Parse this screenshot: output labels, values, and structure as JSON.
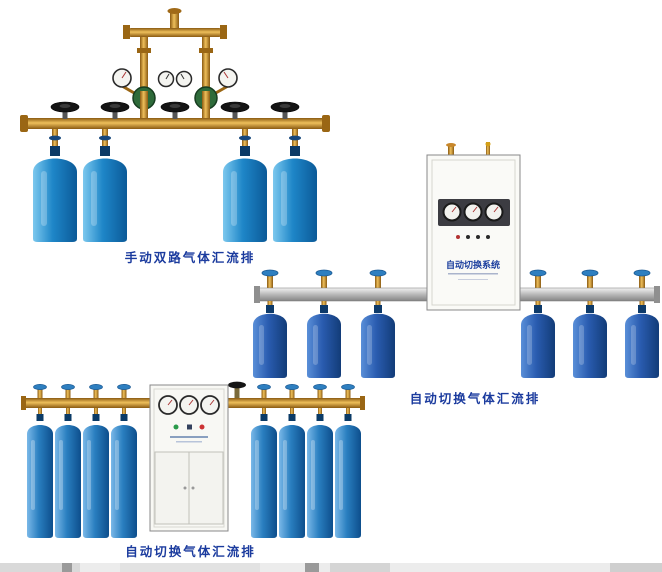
{
  "page": {
    "background": "#ffffff"
  },
  "products": [
    {
      "id": "manual-dual-manifold",
      "caption": "手动双路气体汇流排",
      "cylinder_count": 4,
      "pipe_material_color": "#c8872b",
      "cylinder_color": "#1e86c8"
    },
    {
      "id": "auto-switch-manifold-cabinet",
      "caption": "自动切换气体汇流排",
      "cylinder_count": 6,
      "panel_label": "自动切换系统",
      "pipe_material_color": "#b8b8b8",
      "cylinder_color": "#2a5cb0"
    },
    {
      "id": "auto-switch-manifold-floor-cabinet",
      "caption": "自动切换气体汇流排",
      "cylinder_count": 8,
      "pipe_material_color": "#c8872b",
      "cylinder_color": "#2a7fc0"
    }
  ],
  "colors": {
    "caption_text": "#1b3b9e",
    "brass": "#c8872b",
    "steel_pipe": "#b8b8b8",
    "cabinet": "#fafaf7",
    "handwheel_black": "#141414",
    "handwheel_blue": "#2e7fc0"
  }
}
